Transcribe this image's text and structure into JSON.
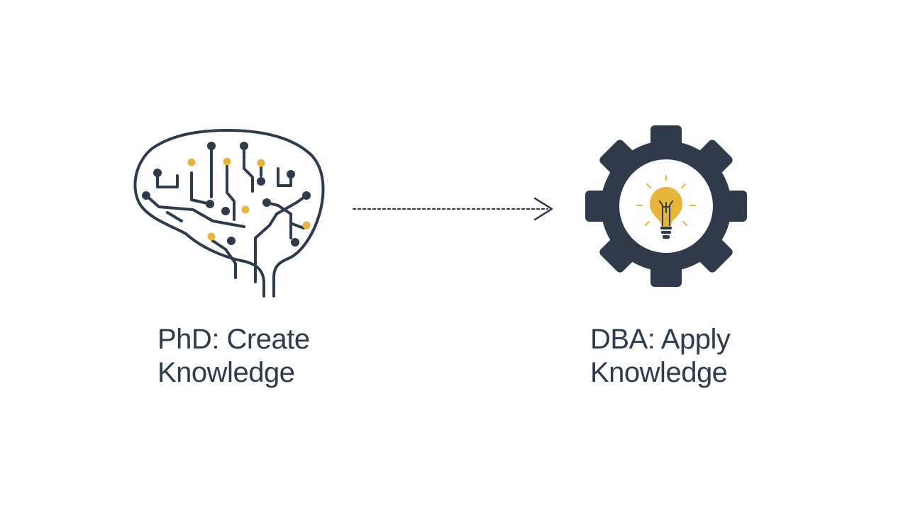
{
  "colors": {
    "background": "#ffffff",
    "ink": "#2f3a4a",
    "accent": "#e8b53c"
  },
  "left_node": {
    "icon": "brain-circuit-icon",
    "label_line1": "PhD: Create",
    "label_line2": "Knowledge"
  },
  "connector": {
    "icon": "dotted-arrow-icon"
  },
  "right_node": {
    "icon": "gear-lightbulb-icon",
    "label_line1": "DBA: Apply",
    "label_line2": "Knowledge"
  }
}
